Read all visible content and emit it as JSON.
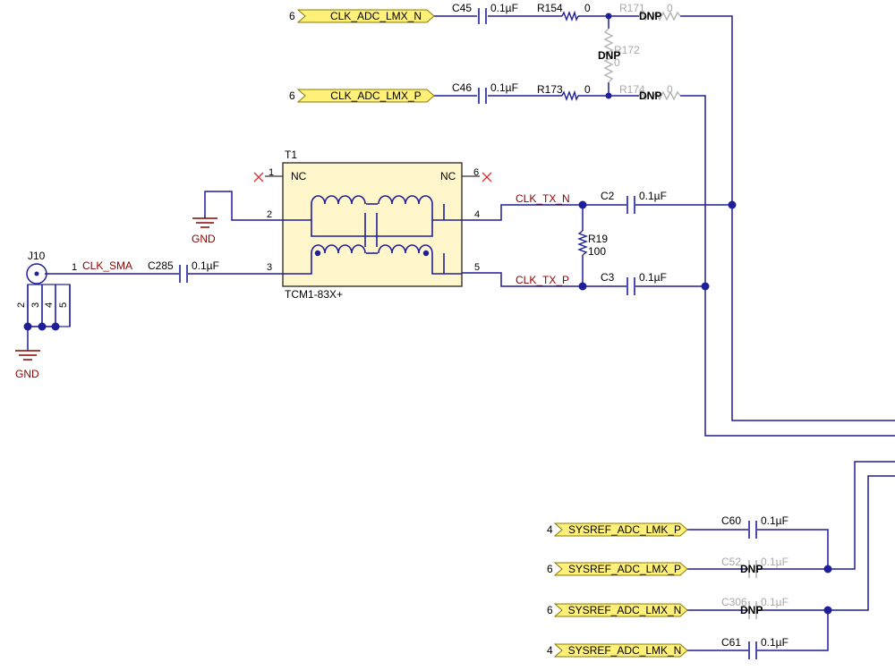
{
  "ports": [
    {
      "id": "p1",
      "label": "CLK_ADC_LMX_N",
      "sheet": "6"
    },
    {
      "id": "p2",
      "label": "CLK_ADC_LMX_P",
      "sheet": "6"
    },
    {
      "id": "p3",
      "label": "SYSREF_ADC_LMK_P",
      "sheet": "4"
    },
    {
      "id": "p4",
      "label": "SYSREF_ADC_LMX_P",
      "sheet": "6"
    },
    {
      "id": "p5",
      "label": "SYSREF_ADC_LMX_N",
      "sheet": "6"
    },
    {
      "id": "p6",
      "label": "SYSREF_ADC_LMK_N",
      "sheet": "4"
    }
  ],
  "components": {
    "c45": {
      "ref": "C45",
      "value": "0.1µF"
    },
    "c46": {
      "ref": "C46",
      "value": "0.1µF"
    },
    "r154": {
      "ref": "R154",
      "value": "0"
    },
    "r173": {
      "ref": "R173",
      "value": "0"
    },
    "r171a": {
      "ref": "R171",
      "value": "0",
      "dnp": "DNP"
    },
    "r172": {
      "ref": "R172",
      "value": "0",
      "dnp": "DNP"
    },
    "r174": {
      "ref": "R174",
      "value": "0",
      "dnp": "DNP"
    },
    "t1": {
      "ref": "T1",
      "part": "TCM1-83X+",
      "nc_left": "NC",
      "nc_right": "NC",
      "pins": {
        "p1": "1",
        "p2": "2",
        "p3": "3",
        "p4": "4",
        "p5": "5",
        "p6": "6"
      }
    },
    "j10": {
      "ref": "J10",
      "pin1": "1",
      "pins": [
        "2",
        "3",
        "4",
        "5"
      ]
    },
    "c285": {
      "ref": "C285",
      "value": "0.1µF"
    },
    "c2": {
      "ref": "C2",
      "value": "0.1µF"
    },
    "c3": {
      "ref": "C3",
      "value": "0.1µF"
    },
    "r19": {
      "ref": "R19",
      "value": "100"
    },
    "c60": {
      "ref": "C60",
      "value": "0.1µF"
    },
    "c52": {
      "ref": "C52",
      "value": "0.1µF",
      "dnp": "DNP"
    },
    "c306": {
      "ref": "C306",
      "value": "0.1µF",
      "dnp": "DNP"
    },
    "c61": {
      "ref": "C61",
      "value": "0.1µF"
    }
  },
  "nets": {
    "clk_sma": "CLK_SMA",
    "clk_tx_n": "CLK_TX_N",
    "clk_tx_p": "CLK_TX_P"
  },
  "grounds": {
    "gnd1": "GND",
    "gnd2": "GND"
  },
  "colors": {
    "wire": "#1f1f99",
    "net_label": "#8b0000",
    "port_fill": "#fff07a",
    "dnp_grey": "#a8a8a8",
    "transformer_fill": "#fff6cc"
  }
}
